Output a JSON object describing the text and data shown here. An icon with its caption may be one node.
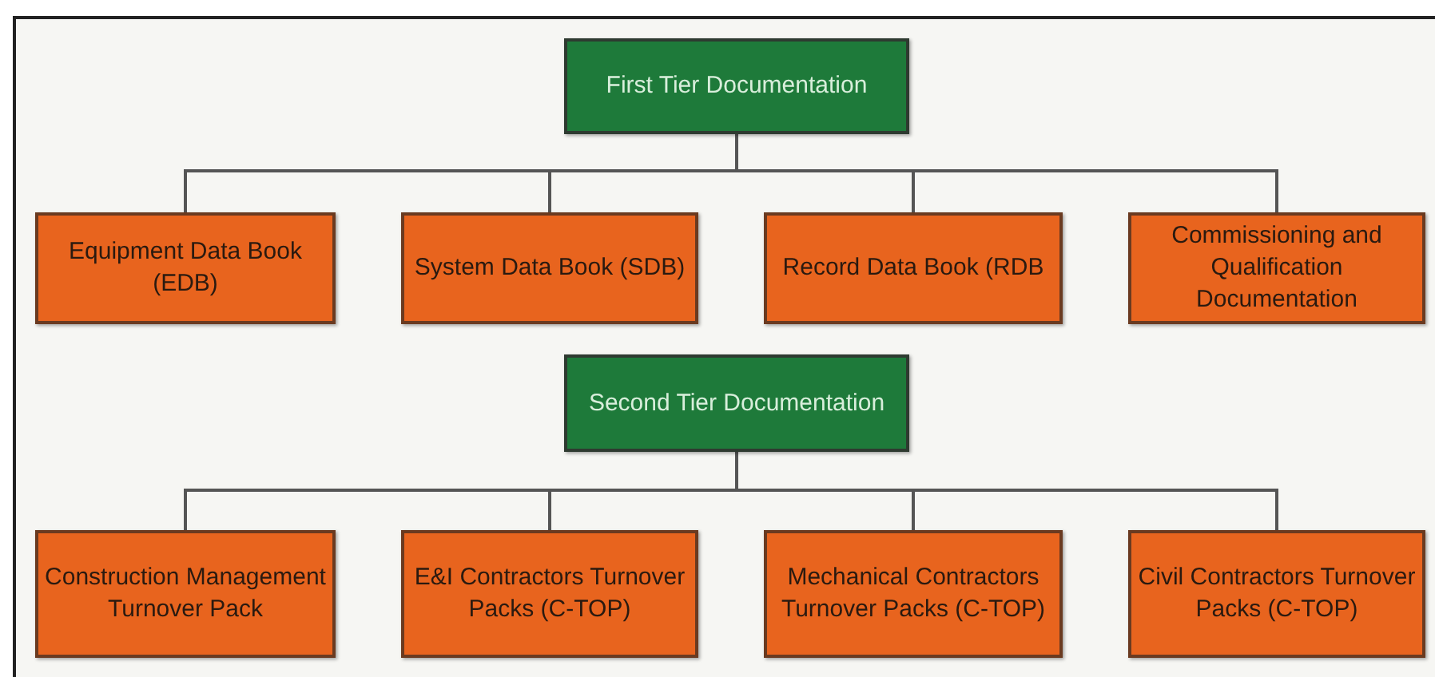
{
  "diagram": {
    "nodes": [
      {
        "text": [
          "First Tier Documentation"
        ]
      },
      {
        "text": [
          "Equipment Data Book (EDB)"
        ]
      },
      {
        "text": [
          "System Data Book (SDB)"
        ]
      },
      {
        "text": [
          "Record Data Book (RDB"
        ]
      },
      {
        "text": [
          "Commissioning and Qualification Documentation"
        ]
      },
      {
        "text": [
          "Second Tier Documentation"
        ]
      },
      {
        "text": [
          "Construction Management Turnover Pack"
        ]
      },
      {
        "text": [
          "E&I Contractors Turnover Packs (C-TOP)"
        ]
      },
      {
        "text": [
          "Mechanical Contractors Turnover Packs (C-TOP)"
        ]
      },
      {
        "text": [
          "Civil Contractors Turnover Packs (C-TOP)"
        ]
      }
    ],
    "edges": [
      {
        "from": 0,
        "to": 1,
        "arrow": "none"
      },
      {
        "from": 0,
        "to": 2,
        "arrow": "none"
      },
      {
        "from": 0,
        "to": 3,
        "arrow": "none"
      },
      {
        "from": 0,
        "to": 4,
        "arrow": "none"
      },
      {
        "from": 5,
        "to": 6,
        "arrow": "none"
      },
      {
        "from": 5,
        "to": 7,
        "arrow": "none"
      },
      {
        "from": 5,
        "to": 8,
        "arrow": "none"
      },
      {
        "from": 5,
        "to": 9,
        "arrow": "none"
      }
    ]
  }
}
